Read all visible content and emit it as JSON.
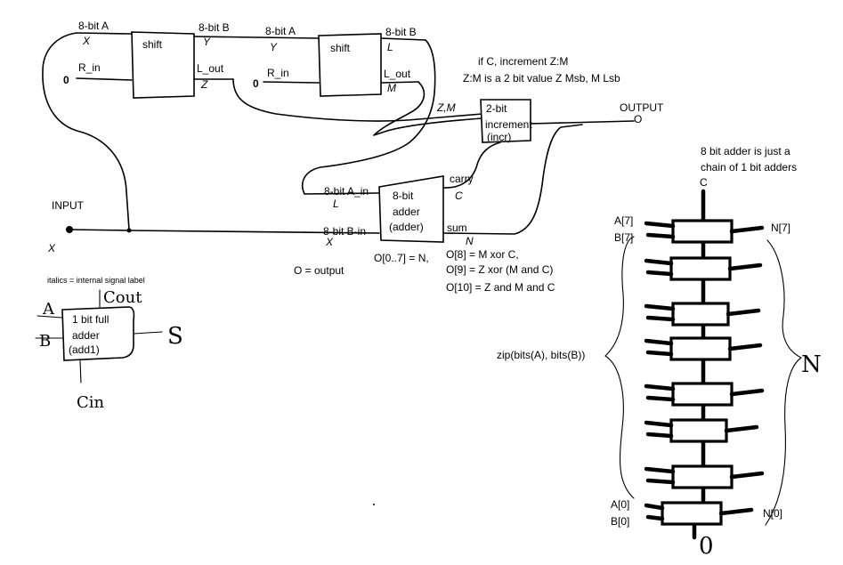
{
  "shift1": {
    "name": "shift",
    "in_top": "8-bit A",
    "in_top_sig": "X",
    "in_bot": "R_in",
    "in_bot_const": "0",
    "out_top": "8-bit B",
    "out_top_sig": "Y",
    "out_bot": "L_out",
    "out_bot_sig": "Z"
  },
  "shift2": {
    "name": "shift",
    "in_top": "8-bit A",
    "in_top_sig": "Y",
    "in_bot": "R_in",
    "in_bot_const": "0",
    "out_top": "8-bit B",
    "out_top_sig": "L",
    "out_bot": "L_out",
    "out_bot_sig": "M"
  },
  "increment": {
    "line1": "2-bit",
    "line2": "increment",
    "line3": "(incr)",
    "in_sig": "Z,M",
    "note1": "if C, increment Z:M",
    "note2": "Z:M is a 2 bit value Z Msb, M Lsb",
    "output_label": "OUTPUT",
    "output_sig": "O"
  },
  "adder": {
    "line1": "8-bit",
    "line2": "adder",
    "line3": "(adder)",
    "in_a": "8-bit A_in",
    "in_a_sig": "L",
    "in_b": "8-bit B-in",
    "in_b_sig": "X",
    "carry": "carry",
    "carry_sig": "C",
    "sum": "sum",
    "sum_sig": "N"
  },
  "input": {
    "label": "INPUT",
    "sig": "X"
  },
  "legend": {
    "o_output": "O = output",
    "italics_note": "italics = internal signal label"
  },
  "equations": [
    "O[0..7] = N,",
    "O[8] = M xor C,",
    "O[9] = Z xor (M and C)",
    "O[10] = Z and M and C"
  ],
  "full_adder": {
    "line1": "1 bit full",
    "line2": "adder",
    "line3": "(add1)",
    "a": "A",
    "b": "B",
    "cout": "Cout",
    "s": "S",
    "cin": "Cin"
  },
  "chain": {
    "note1": "8 bit adder is just a",
    "note2": "chain of 1 bit adders",
    "top_sig": "C",
    "a_top": "A[7]",
    "b_top": "B[7]",
    "n_top": "N[7]",
    "a_bot": "A[0]",
    "b_bot": "B[0]",
    "n_bot": "N[0]",
    "zip": "zip(bits(A), bits(B))",
    "brace_right": "N",
    "bottom": "0"
  }
}
